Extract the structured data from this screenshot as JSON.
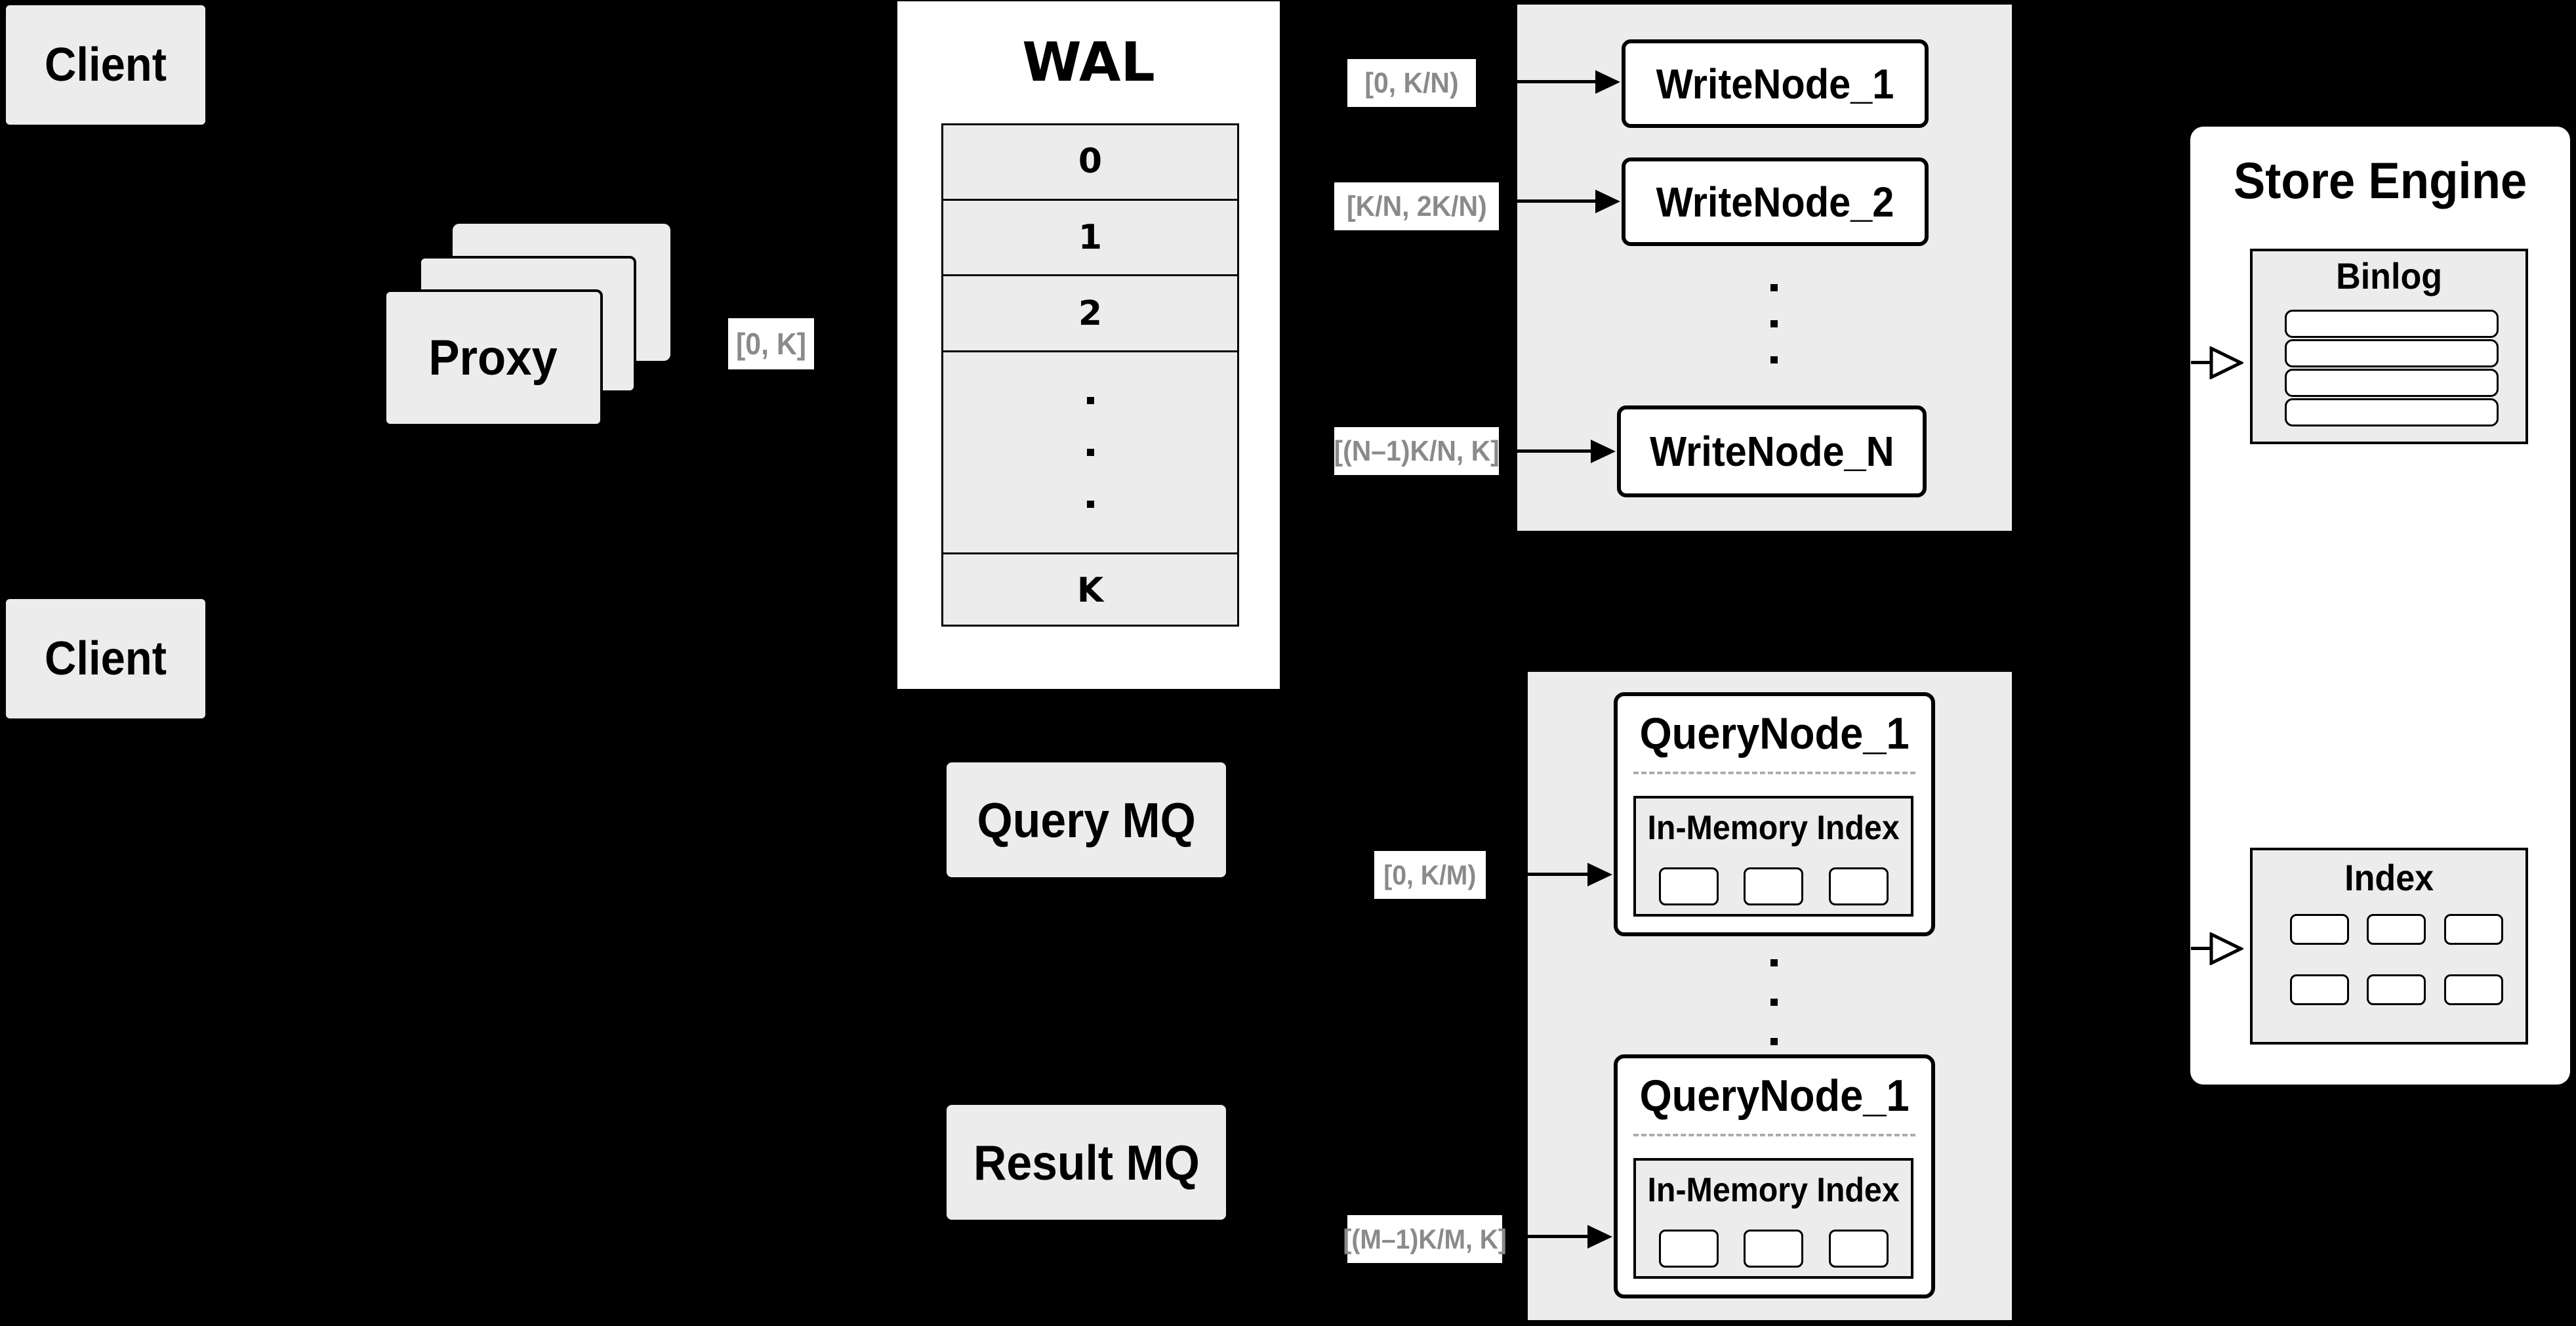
{
  "clients": {
    "top": "Client",
    "bottom": "Client"
  },
  "proxy": {
    "label": "Proxy",
    "range": "[0, K]"
  },
  "wal": {
    "title": "WAL",
    "rows": [
      "0",
      "1",
      "2",
      "K"
    ],
    "ellipsis": "..."
  },
  "write": {
    "nodes": [
      "WriteNode_1",
      "WriteNode_2",
      "WriteNode_N"
    ],
    "ranges": [
      "[0,  K/N)",
      "[K/N, 2K/N)",
      "[(N–1)K/N,  K]"
    ],
    "ellipsis": "..."
  },
  "store": {
    "title": "Store Engine",
    "binlog": "Binlog",
    "index": "Index"
  },
  "mq": {
    "query": "Query MQ",
    "result": "Result MQ"
  },
  "query": {
    "nodes": [
      {
        "title": "QueryNode_1",
        "inner_title": "In-Memory Index"
      },
      {
        "title": "QueryNode_1",
        "inner_title": "In-Memory Index"
      }
    ],
    "ranges": [
      "[0, K/M)",
      "[(M–1)K/M, K]"
    ],
    "ellipsis": "..."
  },
  "colors": {
    "background": "#000000",
    "box_gray": "#ececec",
    "box_white": "#ffffff",
    "text": "#000000",
    "muted_label_text": "#8a8a8a",
    "dashed_line": "#acacac"
  }
}
